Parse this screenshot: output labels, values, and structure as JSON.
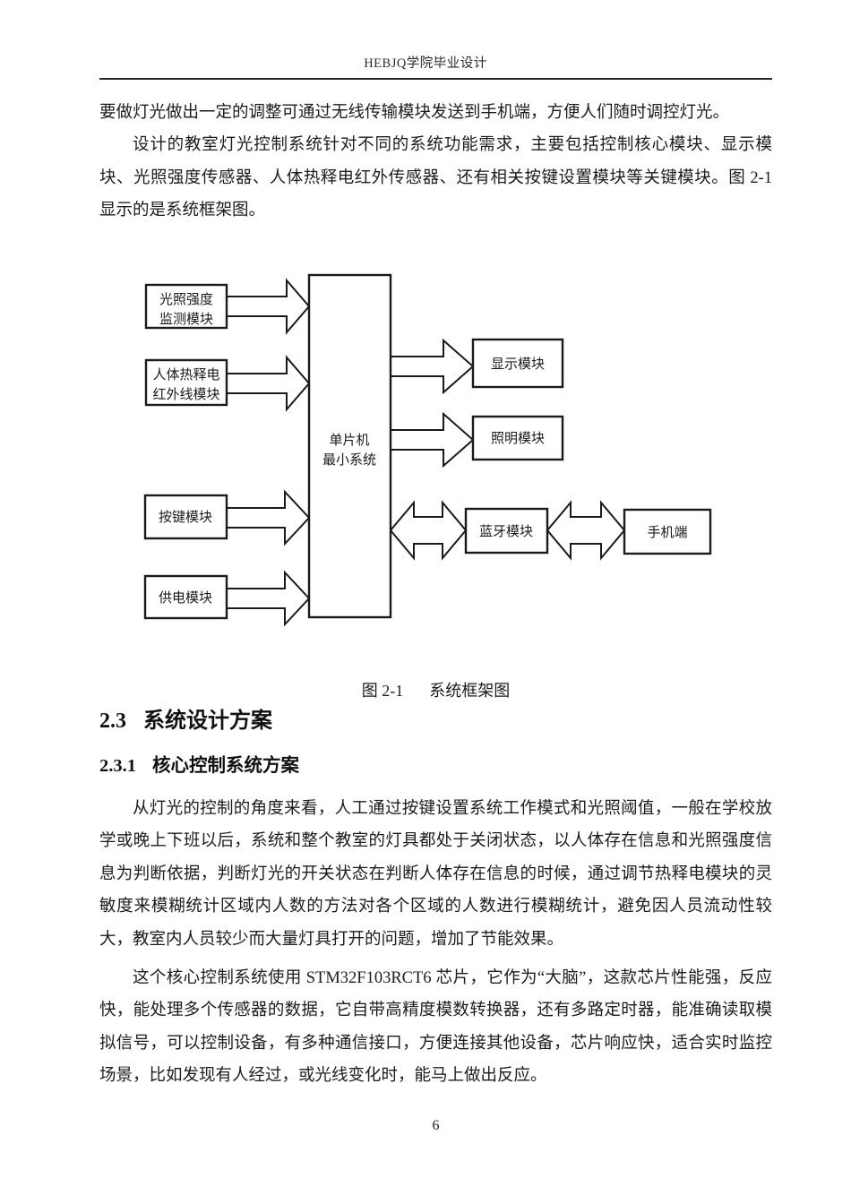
{
  "header": {
    "title": "HEBJQ学院毕业设计"
  },
  "paragraphs": {
    "p1": "要做灯光做出一定的调整可通过无线传输模块发送到手机端，方便人们随时调控灯光。",
    "p2": "设计的教室灯光控制系统针对不同的系统功能需求，主要包括控制核心模块、显示模块、光照强度传感器、人体热释电红外传感器、还有相关按键设置模块等关键模块。图 2-1 显示的是系统框架图。",
    "p3": "从灯光的控制的角度来看，人工通过按键设置系统工作模式和光照阈值，一般在学校放学或晚上下班以后，系统和整个教室的灯具都处于关闭状态，以人体存在信息和光照强度信息为判断依据，判断灯光的开关状态在判断人体存在信息的时候，通过调节热释电模块的灵敏度来模糊统计区域内人数的方法对各个区域的人数进行模糊统计，避免因人员流动性较大，教室内人员较少而大量灯具打开的问题，增加了节能效果。",
    "p4": "这个核心控制系统使用 STM32F103RCT6 芯片，它作为“大脑”，这款芯片性能强，反应快，能处理多个传感器的数据，它自带高精度模数转换器，还有多路定时器，能准确读取模拟信号，可以控制设备，有多种通信接口，方便连接其他设备，芯片响应快，适合实时监控场景，比如发现有人经过，或光线变化时，能马上做出反应。"
  },
  "figure": {
    "caption": {
      "label": "图 2-1",
      "title": "系统框架图"
    },
    "diagram": {
      "boxes": {
        "light": {
          "lines": [
            "光照强度",
            "监测模块"
          ]
        },
        "pir": {
          "lines": [
            "人体热释电",
            "红外线模块"
          ]
        },
        "key": {
          "label": "按键模块"
        },
        "power": {
          "label": "供电模块"
        },
        "mcu": {
          "lines": [
            "单片机",
            "最小系统"
          ]
        },
        "display": {
          "label": "显示模块"
        },
        "lamp": {
          "label": "照明模块"
        },
        "bt": {
          "label": "蓝牙模块"
        },
        "phone": {
          "label": "手机端"
        }
      },
      "line_color": "#1a1a1a"
    }
  },
  "headings": {
    "h2": {
      "number": "2.3",
      "text": "系统设计方案"
    },
    "h3": {
      "number": "2.3.1",
      "text": "核心控制系统方案"
    }
  },
  "footer": {
    "page_number": "6"
  }
}
